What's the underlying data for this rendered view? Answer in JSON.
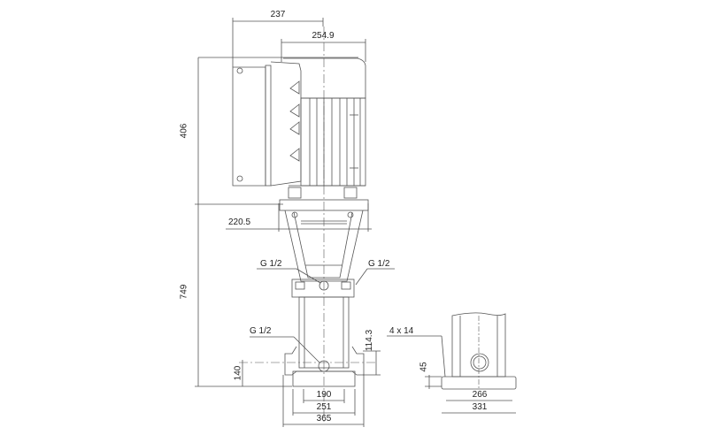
{
  "drawing": {
    "title": "Vertical multistage pump dimensional drawing",
    "line_color": "#555555",
    "text_color": "#222222",
    "dimensions": {
      "top_width_1": "237",
      "top_width_2": "254.9",
      "motor_height": "406",
      "flange_width": "220.5",
      "total_lower_height": "749",
      "port_height": "140",
      "port_offset": "114.3",
      "base_inner": "190",
      "base_mid": "251",
      "base_outer": "365",
      "side_hole_spec": "4 x 14",
      "side_height": "45",
      "side_base_inner": "266",
      "side_base_outer": "331"
    },
    "callouts": {
      "left_upper_port": "G 1/2",
      "right_upper_port": "G 1/2",
      "lower_port": "G 1/2"
    }
  }
}
